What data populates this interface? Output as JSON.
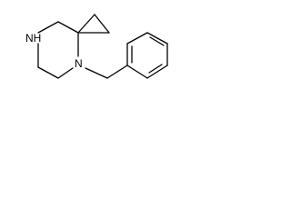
{
  "molecule": {
    "atoms": [
      {
        "id": "nh",
        "symbol": "NH"
      },
      {
        "id": "n",
        "symbol": "N"
      }
    ],
    "colors": {
      "bond": "#000000",
      "label": "#000000",
      "background": "#ffffff"
    }
  }
}
